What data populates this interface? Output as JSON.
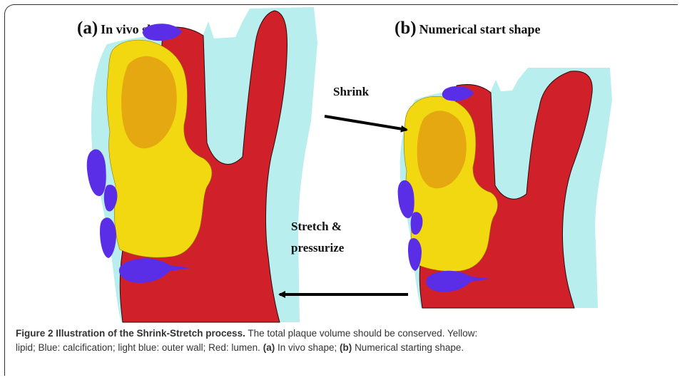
{
  "panel_a": {
    "tag": "(a)",
    "name": "In vivo shape"
  },
  "panel_b": {
    "tag": "(b)",
    "name": "Numerical start shape"
  },
  "arrows": {
    "shrink_label": "Shrink",
    "stretch_label_line1": "Stretch &",
    "stretch_label_line2": "pressurize"
  },
  "caption": {
    "figure_label": "Figure 2",
    "title": "Illustration of the Shrink-Stretch process.",
    "text1": "The total plaque volume should be conserved. Yellow:",
    "text2": "lipid; Blue: calcification; light blue: outer wall;  Red: lumen.",
    "a_label": "(a)",
    "a_text": "In vivo shape;",
    "b_label": "(b)",
    "b_text": "Numerical starting shape."
  },
  "colors": {
    "outer_wall": "#b8eeee",
    "lumen": "#d0202a",
    "lipid": "#f2d811",
    "calcification": "#5a2ee6",
    "arrow": "#000000"
  }
}
